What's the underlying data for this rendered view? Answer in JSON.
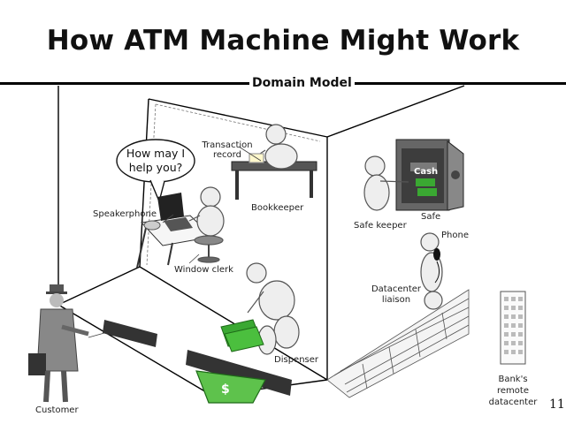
{
  "title": "How ATM Machine Might Work",
  "subtitle": "Domain Model",
  "speech_bubble": {
    "line1": "How may I",
    "line2": "help you?"
  },
  "labels": {
    "transaction_record_1": "Transaction",
    "transaction_record_2": "record",
    "bookkeeper": "Bookkeeper",
    "speakerphone": "Speakerphone",
    "window_clerk": "Window clerk",
    "dispenser": "Dispenser",
    "customer": "Customer",
    "safe_keeper": "Safe keeper",
    "safe": "Safe",
    "cash": "Cash",
    "phone": "Phone",
    "datacenter_liaison_1": "Datacenter",
    "datacenter_liaison_2": "liaison",
    "banks_remote_1": "Bank's",
    "banks_remote_2": "remote",
    "banks_remote_3": "datacenter"
  },
  "page_number": "11",
  "colors": {
    "money_green": "#3aa832",
    "figure_fill": "#eeeeee",
    "figure_stroke": "#555555",
    "brick": "#f4f4f4"
  }
}
